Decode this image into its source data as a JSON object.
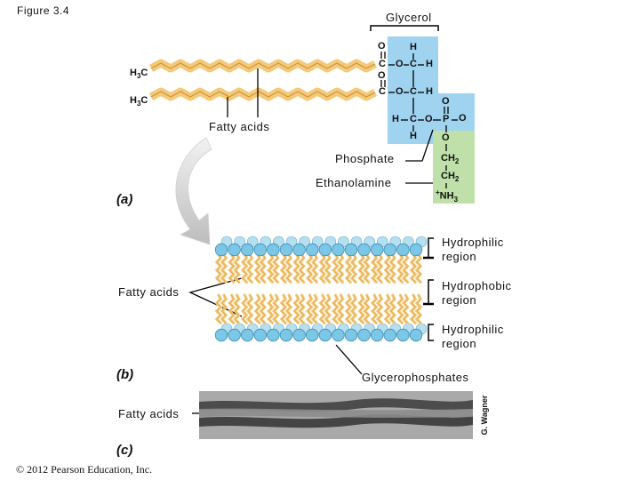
{
  "figure_title": "Figure 3.4",
  "copyright": "© 2012 Pearson Education, Inc.",
  "panels": {
    "a": "(a)",
    "b": "(b)",
    "c": "(c)"
  },
  "labels": {
    "glycerol": "Glycerol",
    "fatty_acids_a": "Fatty acids",
    "phosphate": "Phosphate",
    "ethanolamine": "Ethanolamine",
    "fatty_acids_b": "Fatty acids",
    "hydrophilic_top": [
      "Hydrophilic",
      "region"
    ],
    "hydrophobic": [
      "Hydrophobic",
      "region"
    ],
    "hydrophilic_bottom": [
      "Hydrophilic",
      "region"
    ],
    "glycerophosphates": "Glycerophosphates",
    "fatty_acids_c": "Fatty acids",
    "photo_credit": "G. Wagner"
  },
  "chem": {
    "h3c_1": "H3C",
    "h3c_2": "H3C",
    "o_1": "O",
    "c_1": "C",
    "o_2": "O",
    "o_3": "O",
    "c_2": "C",
    "o_4": "O",
    "h_1": "H",
    "c_3": "C",
    "h_2": "H",
    "c_4": "C",
    "h_3": "H",
    "c_5": "C",
    "h_4": "H",
    "h_5": "H",
    "o_5": "O",
    "p": "P",
    "o_6": "O",
    "o_7": "O",
    "o_8": "O",
    "ch2_1": "CH2",
    "ch2_2": "CH2",
    "nh3": "+NH3"
  },
  "colors": {
    "glycerol_box": "#9fd3f0",
    "ethanolamine_box": "#bfe0a8",
    "chain": "#f5c97a",
    "chain_stroke": "#c8953a",
    "head": "#7cc6e6",
    "arrow": "#c8c8c8"
  }
}
